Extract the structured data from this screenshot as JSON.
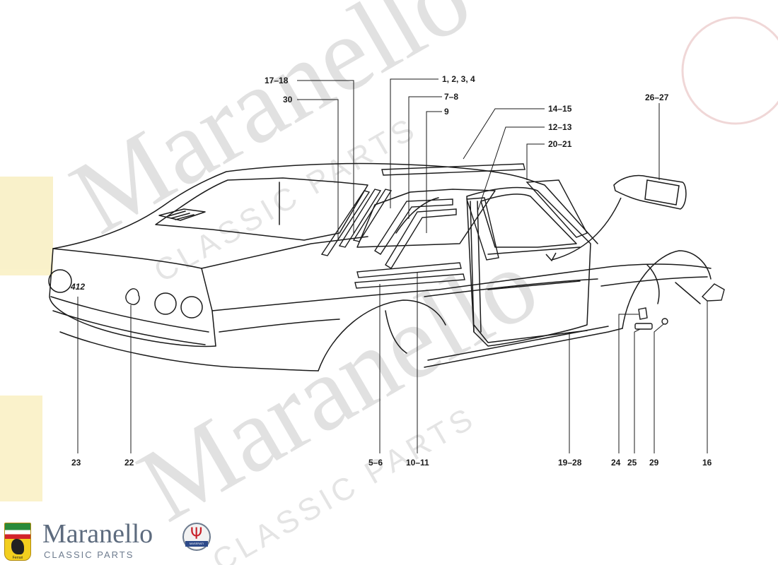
{
  "brand": {
    "name": "Maranello",
    "subtitle": "CLASSIC PARTS",
    "shield_label": "Ferrari",
    "badge_label": "MASERATI"
  },
  "watermark": {
    "word": "Maranello",
    "subtitle": "CLASSIC PARTS"
  },
  "car_badges": {
    "model": "412"
  },
  "callouts": [
    {
      "id": "c17-18",
      "label": "17–18"
    },
    {
      "id": "c30",
      "label": "30"
    },
    {
      "id": "c1-4",
      "label": "1, 2, 3, 4"
    },
    {
      "id": "c7-8",
      "label": "7–8"
    },
    {
      "id": "c9",
      "label": "9"
    },
    {
      "id": "c14-15",
      "label": "14–15"
    },
    {
      "id": "c12-13",
      "label": "12–13"
    },
    {
      "id": "c20-21",
      "label": "20–21"
    },
    {
      "id": "c26-27",
      "label": "26–27"
    },
    {
      "id": "c23",
      "label": "23"
    },
    {
      "id": "c22",
      "label": "22"
    },
    {
      "id": "c5-6",
      "label": "5–6"
    },
    {
      "id": "c10-11",
      "label": "10–11"
    },
    {
      "id": "c19-28",
      "label": "19–28"
    },
    {
      "id": "c24",
      "label": "24"
    },
    {
      "id": "c25",
      "label": "25"
    },
    {
      "id": "c29",
      "label": "29"
    },
    {
      "id": "c16",
      "label": "16"
    }
  ],
  "colors": {
    "line": "#1a1a1a",
    "watermark": "#c9c9c9",
    "brand_text": "#5d6b7e",
    "ferrari_yellow": "#f3cf1e",
    "maserati_red": "#c8212a"
  }
}
